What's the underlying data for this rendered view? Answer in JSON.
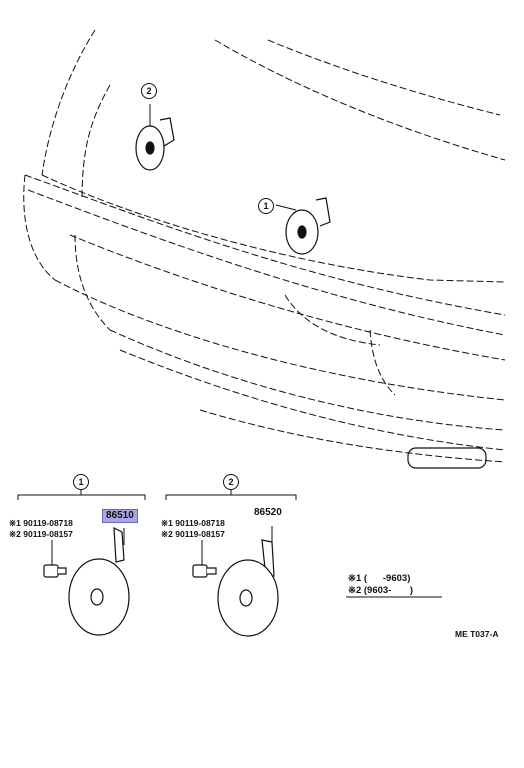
{
  "callouts": {
    "one": "1",
    "two": "2"
  },
  "groups": [
    {
      "callout": "1",
      "part_number": "86510",
      "highlighted": true,
      "bolts": [
        {
          "mark": "※1",
          "number": "90119-08718"
        },
        {
          "mark": "※2",
          "number": "90119-08157"
        }
      ]
    },
    {
      "callout": "2",
      "part_number": "86520",
      "highlighted": false,
      "bolts": [
        {
          "mark": "※1",
          "number": "90119-08718"
        },
        {
          "mark": "※2",
          "number": "90119-08157"
        }
      ]
    }
  ],
  "notes": [
    {
      "mark": "※1",
      "range": "(      -9603)"
    },
    {
      "mark": "※2",
      "range": "(9603-       )"
    }
  ],
  "figure_code": "ME T037-A",
  "colors": {
    "highlight": "#a9a6e6",
    "line": "#111111"
  }
}
